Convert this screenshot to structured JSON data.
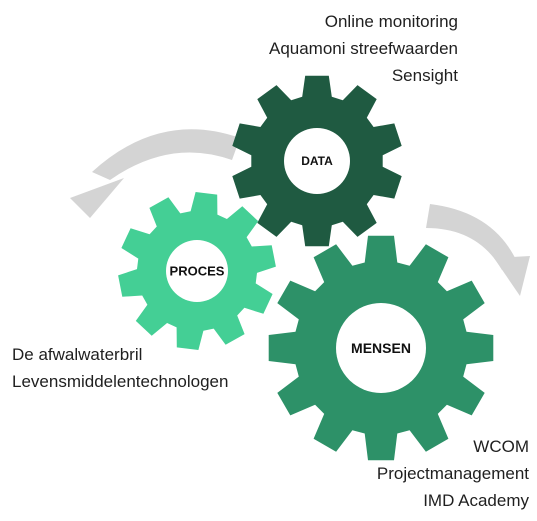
{
  "colors": {
    "data_gear": "#1f5a41",
    "proces_gear": "#44cf95",
    "mensen_gear": "#2d9168",
    "arrow": "#d4d4d4",
    "hub": "#ffffff",
    "text": "#1f1f1f"
  },
  "gears": {
    "data": {
      "label": "DATA"
    },
    "proces": {
      "label": "PROCES"
    },
    "mensen": {
      "label": "MENSEN"
    }
  },
  "captions": {
    "data": [
      "Online monitoring",
      "Aquamoni streefwaarden",
      "Sensight"
    ],
    "proces": [
      "De afwalwaterbril",
      "Levensmiddelentechnologen"
    ],
    "mensen": [
      "WCOM",
      "Projectmanagement",
      "IMD Academy"
    ]
  },
  "icons": {
    "left_arrow": "curved-arrow-left-icon",
    "right_arrow": "curved-arrow-right-icon"
  }
}
